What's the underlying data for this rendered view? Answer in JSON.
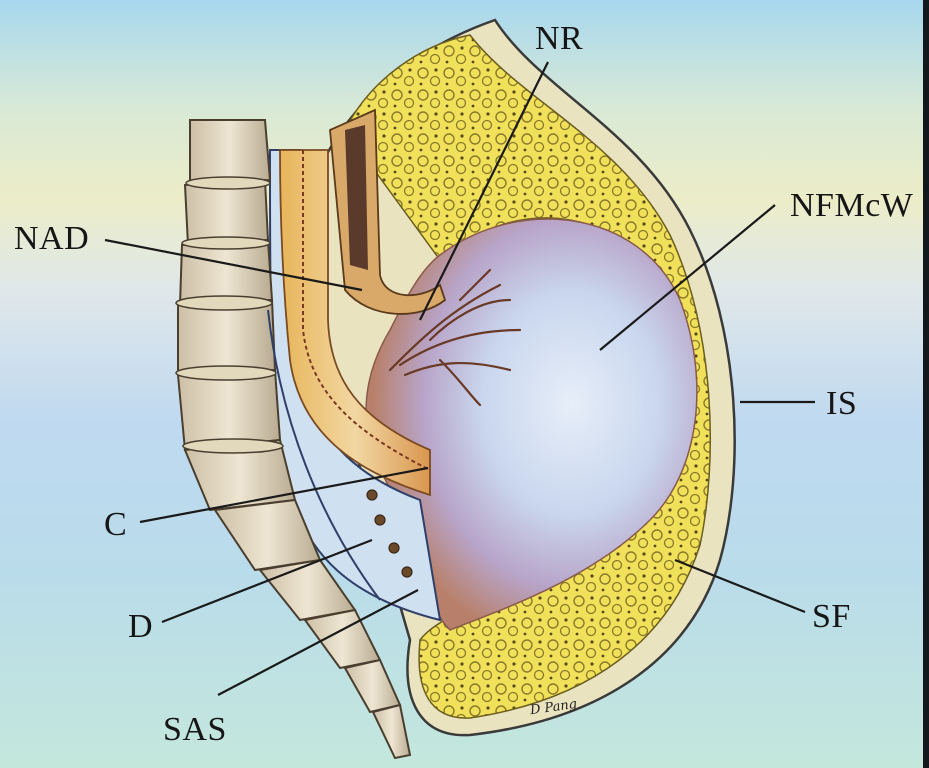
{
  "labels": {
    "nr": "NR",
    "nad": "NAD",
    "nfmcw": "NFMcW",
    "is": "IS",
    "c": "C",
    "d": "D",
    "sf": "SF",
    "sas": "SAS"
  },
  "signature": "D Pang"
}
